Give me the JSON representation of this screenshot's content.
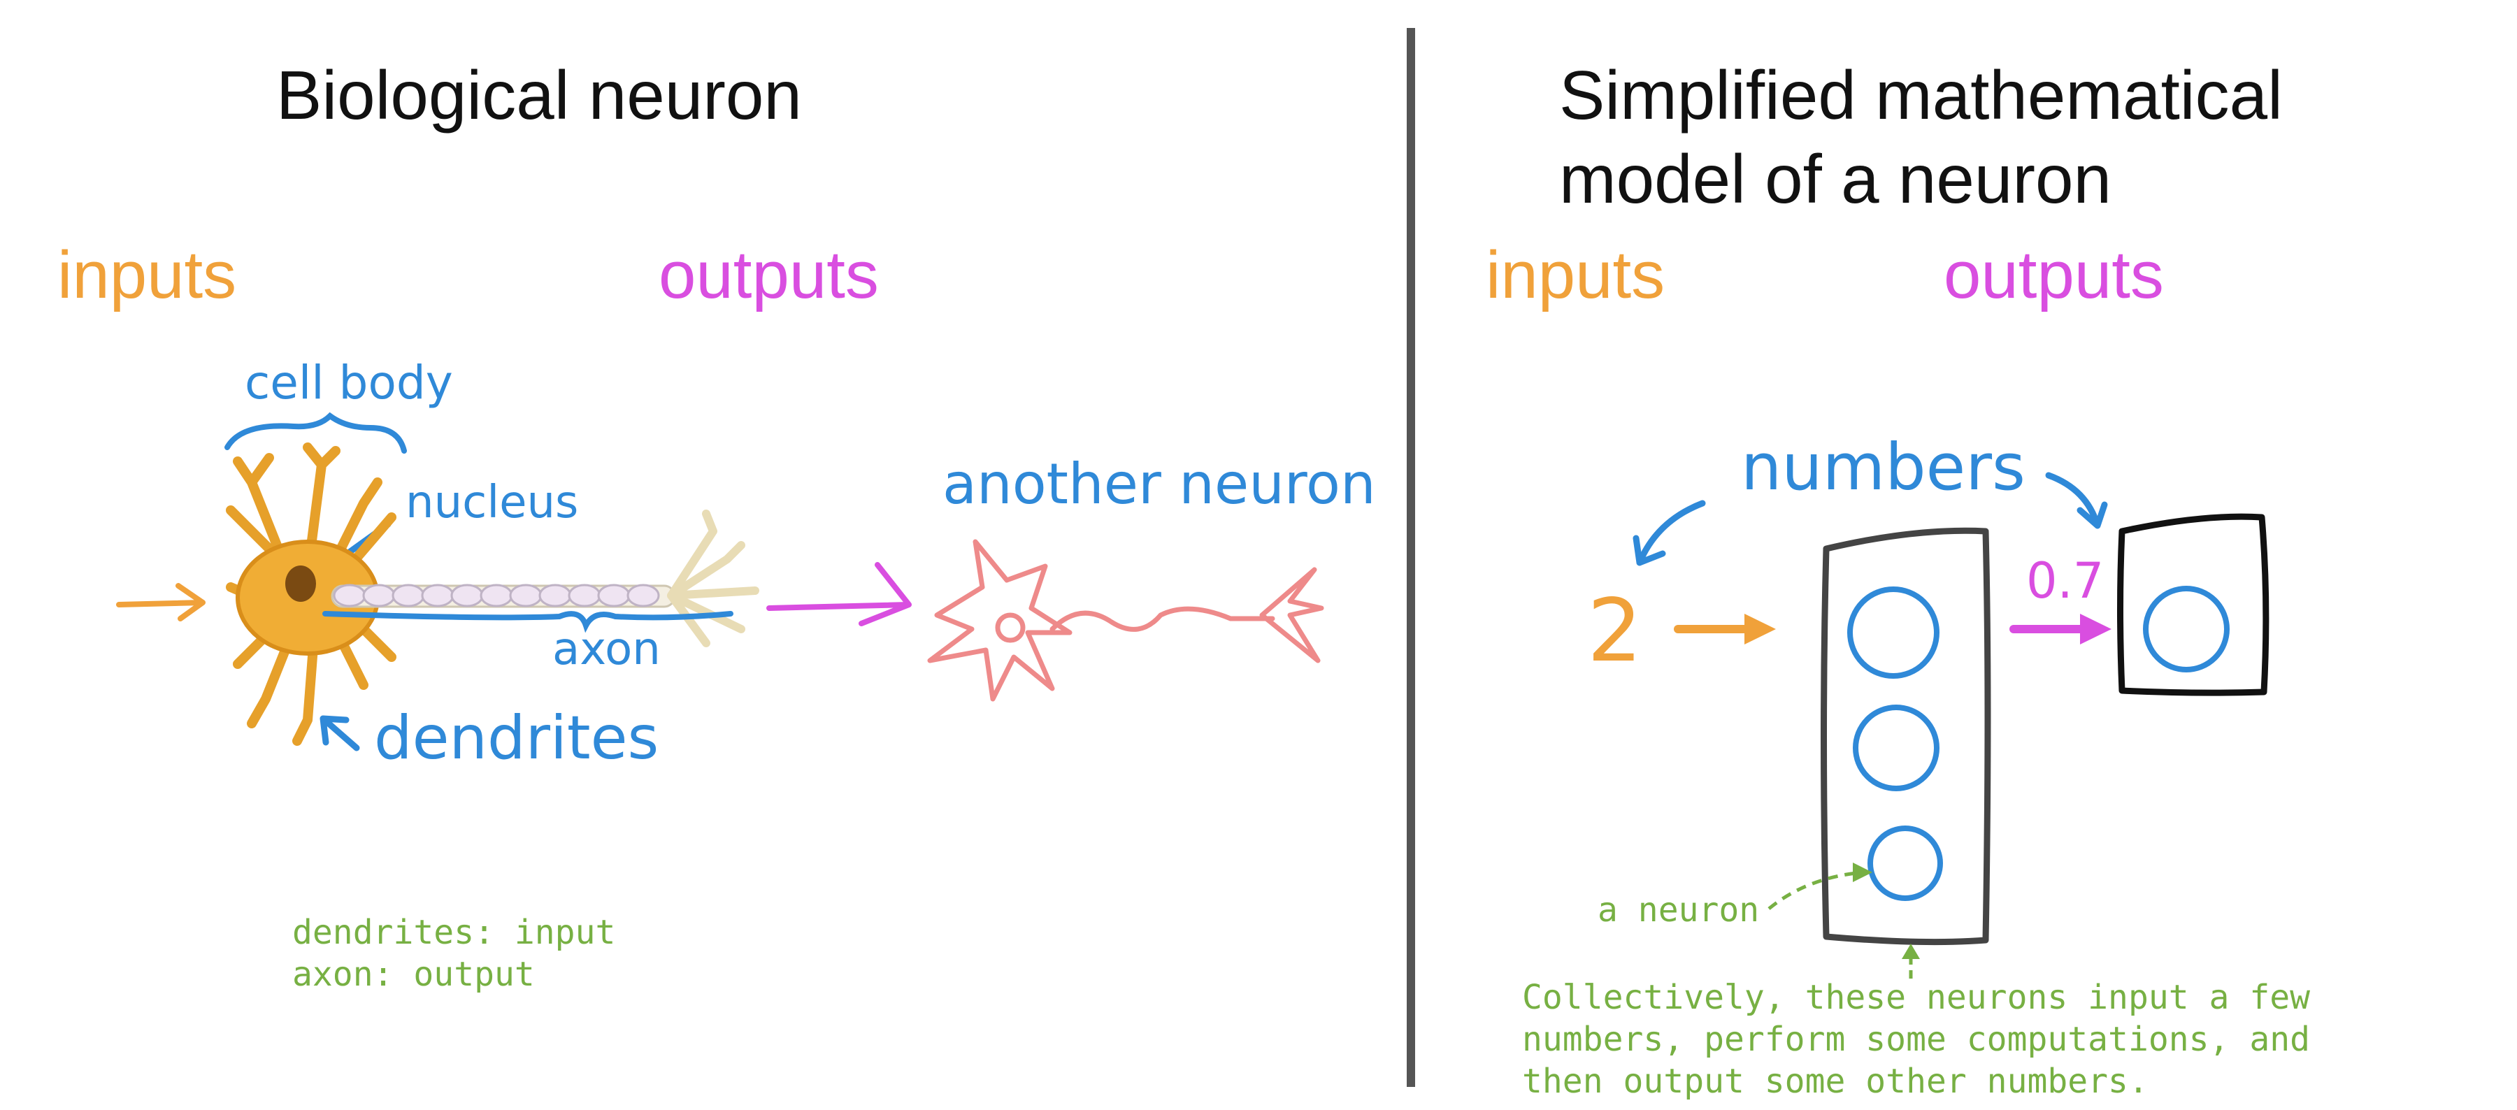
{
  "colors": {
    "input_orange": "#f0a13a",
    "output_magenta": "#d94ee0",
    "annotation_blue": "#2f89d8",
    "note_green": "#77b043",
    "another_neuron_pink": "#ee8a8a",
    "divider_gray": "#555555",
    "layer_box": "#444444",
    "black": "#111111"
  },
  "left_panel": {
    "title": "Biological neuron",
    "inputs_label": "inputs",
    "outputs_label": "outputs",
    "labels": {
      "cell_body": "cell body",
      "nucleus": "nucleus",
      "axon": "axon",
      "dendrites": "dendrites",
      "another_neuron": "another neuron"
    },
    "notes": [
      "dendrites: input",
      "axon: output"
    ]
  },
  "right_panel": {
    "title_line1": "Simplified mathematical",
    "title_line2": "model of a neuron",
    "inputs_label": "inputs",
    "outputs_label": "outputs",
    "numbers_label": "numbers",
    "input_value": "2",
    "output_value": "0.7",
    "neuron_label": "a neuron",
    "caption": [
      "Collectively, these neurons input a few",
      "numbers, perform some computations, and",
      "then output some other numbers."
    ]
  }
}
